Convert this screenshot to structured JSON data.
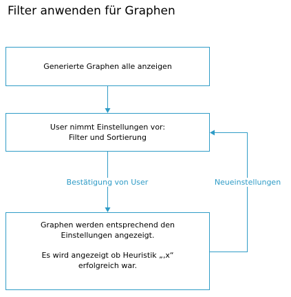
{
  "title": "Filter anwenden für Graphen",
  "colors": {
    "stroke": "#2e9bc6",
    "label": "#2e9bc6",
    "text": "#000000"
  },
  "nodes": {
    "box1": {
      "text": "Generierte Graphen alle anzeigen"
    },
    "box2": {
      "line1": "User nimmt Einstellungen vor:",
      "line2": "Filter und Sortierung"
    },
    "box3": {
      "line1": "Graphen werden entsprechend den",
      "line2": "Einstellungen angezeigt.",
      "line3": "Es wird angezeigt ob Heuristik „‚x“",
      "line4": "erfolgreich war."
    }
  },
  "edges": {
    "confirm_label": "Bestätigung von User",
    "feedback_label": "Neueinstellungen"
  }
}
